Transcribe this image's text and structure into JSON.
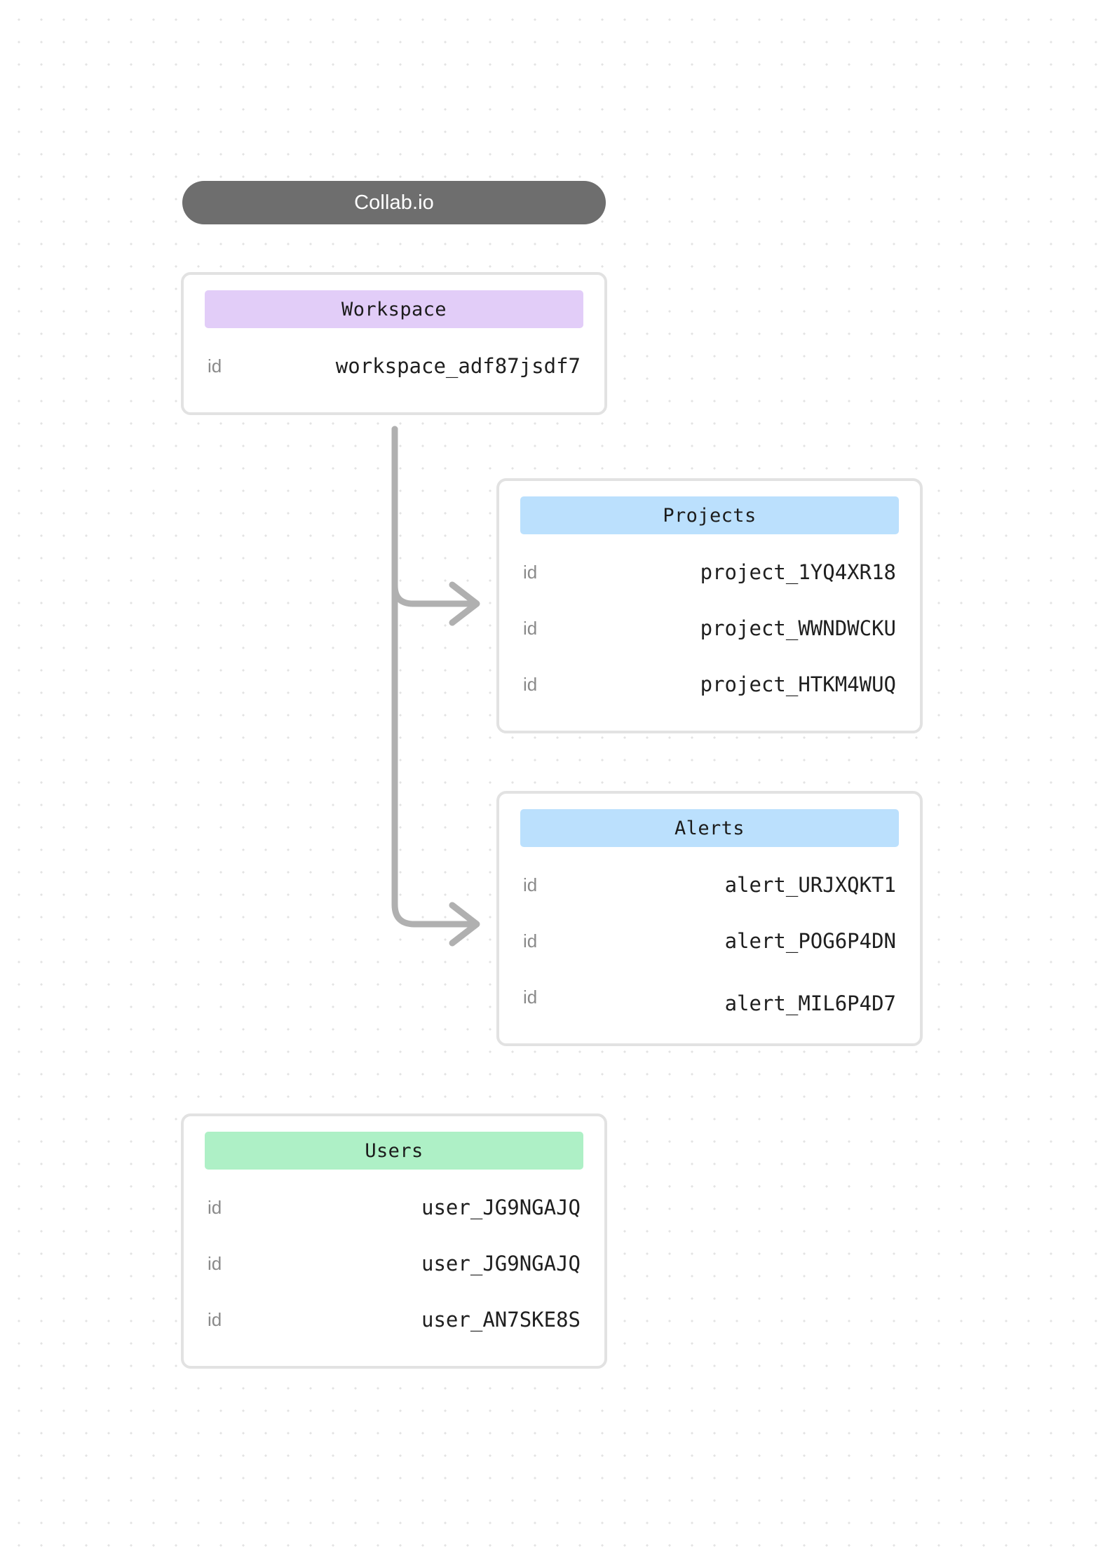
{
  "root": {
    "label": "Collab.io",
    "background": "#6e6e6e",
    "text_color": "#ffffff"
  },
  "colors": {
    "workspace_header": "#e2cdf8",
    "projects_header": "#bbe0fd",
    "alerts_header": "#bbe0fd",
    "users_header": "#aef0c6",
    "card_border": "#e2e2e2",
    "connector": "#b0b0b0",
    "key_text": "#8a8a8a",
    "value_text": "#1f1f1f",
    "dot_grid": "#e3e3e3"
  },
  "entities": [
    {
      "id": "workspace",
      "title": "Workspace",
      "rows": [
        {
          "key": "id",
          "value": "workspace_adf87jsdf7"
        }
      ]
    },
    {
      "id": "projects",
      "title": "Projects",
      "rows": [
        {
          "key": "id",
          "value": "project_1YQ4XR18"
        },
        {
          "key": "id",
          "value": "project_WWNDWCKU"
        },
        {
          "key": "id",
          "value": "project_HTKM4WUQ"
        }
      ]
    },
    {
      "id": "alerts",
      "title": "Alerts",
      "rows": [
        {
          "key": "id",
          "value": "alert_URJXQKT1"
        },
        {
          "key": "id",
          "value": "alert_POG6P4DN"
        },
        {
          "key": "id",
          "value": "alert_MIL6P4D7"
        }
      ]
    },
    {
      "id": "users",
      "title": "Users",
      "rows": [
        {
          "key": "id",
          "value": "user_JG9NGAJQ"
        },
        {
          "key": "id",
          "value": "user_JG9NGAJQ"
        },
        {
          "key": "id",
          "value": "user_AN7SKE8S"
        }
      ]
    }
  ],
  "connections": [
    {
      "from": "workspace",
      "to": "projects"
    },
    {
      "from": "workspace",
      "to": "alerts"
    }
  ]
}
